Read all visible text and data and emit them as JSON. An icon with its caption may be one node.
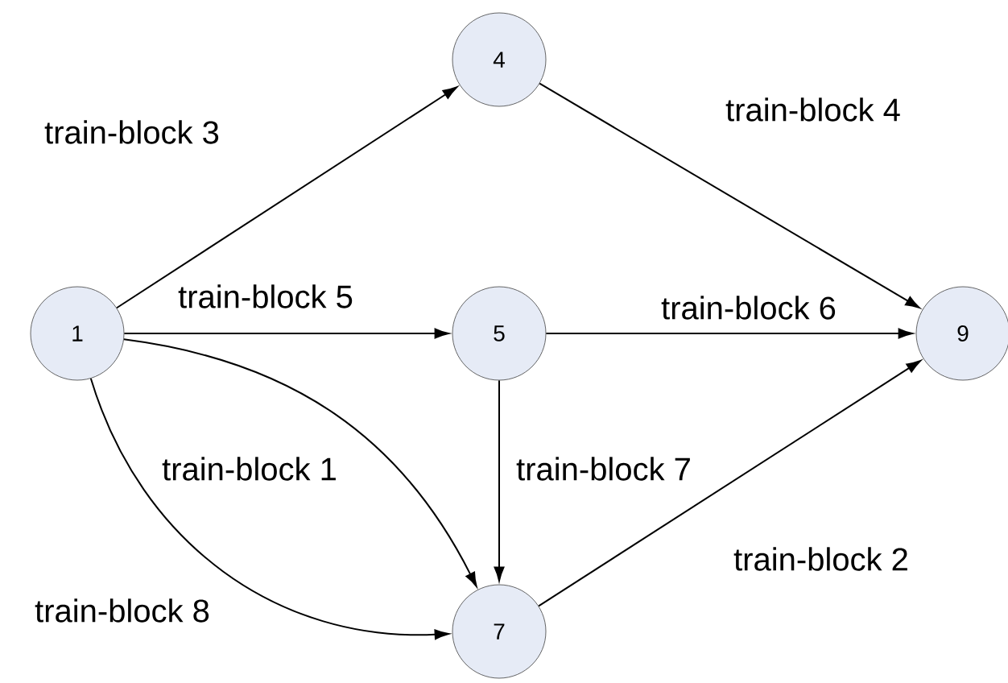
{
  "diagram": {
    "nodes": [
      {
        "text": [
          "4"
        ]
      },
      {
        "text": [
          "1"
        ]
      },
      {
        "text": [
          "5"
        ]
      },
      {
        "text": [
          "9"
        ]
      },
      {
        "text": [
          "7"
        ]
      }
    ],
    "edges": [
      {
        "from": 1,
        "to": 0,
        "arrow": "to",
        "label": "train-block 3"
      },
      {
        "from": 0,
        "to": 3,
        "arrow": "to",
        "label": "train-block 4"
      },
      {
        "from": 1,
        "to": 2,
        "arrow": "to",
        "label": "train-block 5"
      },
      {
        "from": 2,
        "to": 3,
        "arrow": "to",
        "label": "train-block 6"
      },
      {
        "from": 1,
        "to": 4,
        "arrow": "to",
        "label": "train-block 1"
      },
      {
        "from": 2,
        "to": 4,
        "arrow": "to",
        "label": "train-block 7"
      },
      {
        "from": 4,
        "to": 3,
        "arrow": "to",
        "label": "train-block 2"
      },
      {
        "from": 1,
        "to": 4,
        "arrow": "to",
        "label": "train-block 8"
      }
    ]
  }
}
